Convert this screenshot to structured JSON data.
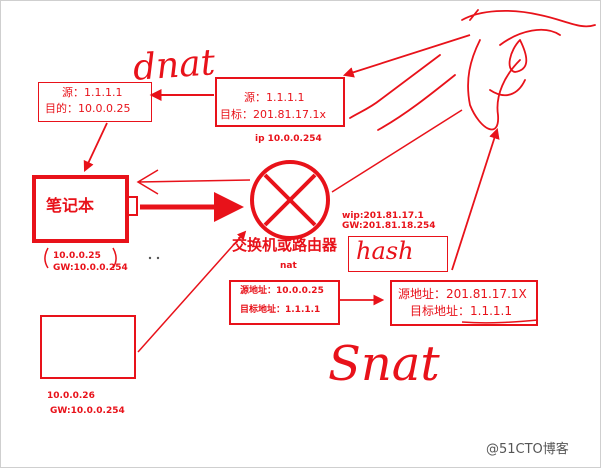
{
  "colors": {
    "ink": "#e8121a",
    "background": "#ffffff"
  },
  "top_left_box": {
    "line1": "源：1.1.1.1",
    "line2": "目的：10.0.0.25"
  },
  "top_center_box": {
    "line1": "源：1.1.1.1",
    "line2": "目标：201.81.17.1x"
  },
  "router_ip": "ip 10.0.0.254",
  "laptop": {
    "label": "笔记本",
    "ip": "10.0.0.25",
    "gw": "GW:10.0.0.254"
  },
  "second_host": {
    "ip": "10.0.0.26",
    "gw": "GW:10.0.0.254"
  },
  "router": {
    "label": "交换机或路由器",
    "nat": "nat",
    "wip": "wip:201.81.17.1",
    "gw": "GW:201.81.18.254"
  },
  "nat_left_box": {
    "line1": "源地址：10.0.0.25",
    "line2": "目标地址：1.1.1.1"
  },
  "nat_right_box": {
    "line1": "源地址：201.81.17.1X",
    "line2": "目标地址：1.1.1.1"
  },
  "handwriting": {
    "dnat": "dnat",
    "snat": "Snat",
    "hash": "hash"
  },
  "watermark": "@51CTO博客"
}
